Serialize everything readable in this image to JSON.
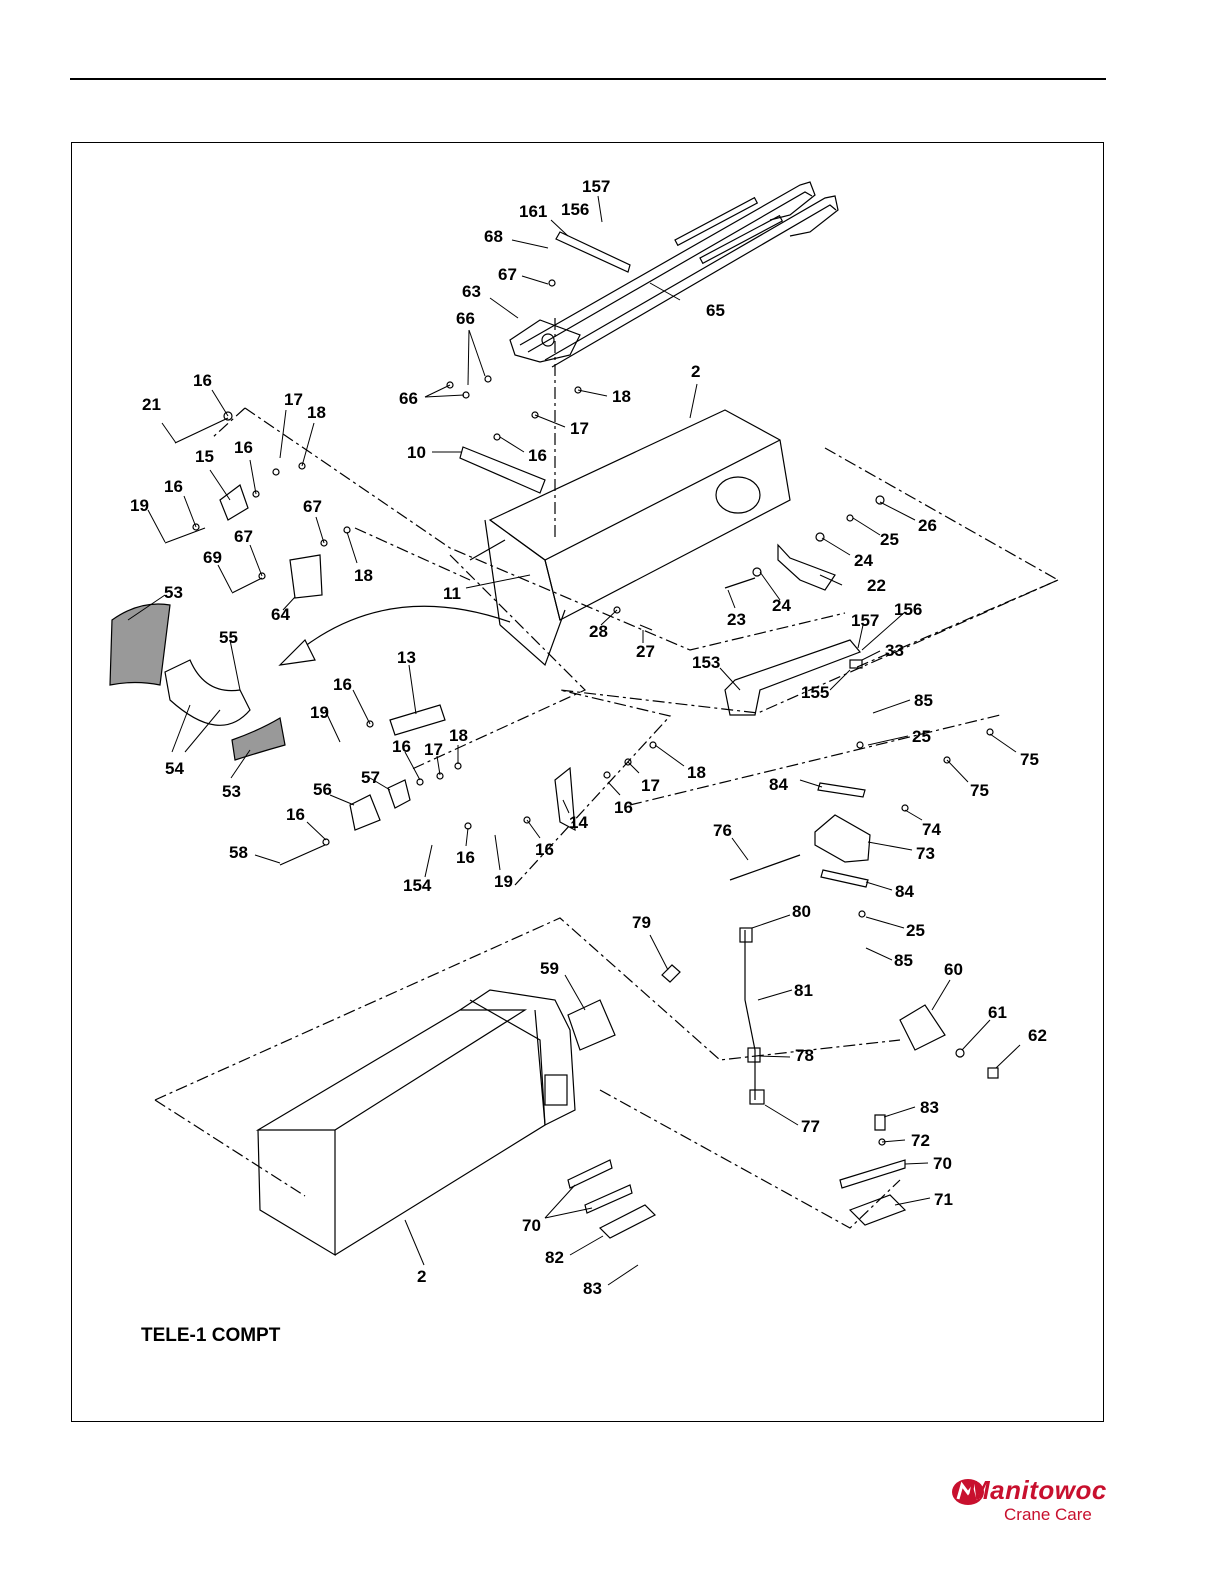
{
  "page": {
    "caption": "TELE-1 COMPT"
  },
  "logo": {
    "brand": "Manitowoc",
    "subtitle": "Crane Care",
    "color": "#c8102e"
  },
  "callouts": {
    "c157a": "157",
    "c161": "161",
    "c156a": "156",
    "c68": "68",
    "c67a": "67",
    "c63": "63",
    "c65": "65",
    "c66a": "66",
    "c66b": "66",
    "c16a": "16",
    "c21": "21",
    "c17a": "17",
    "c18a": "18",
    "c18b": "18",
    "c2a": "2",
    "c17b": "17",
    "c10": "10",
    "c16b": "16",
    "c16c": "16",
    "c15": "15",
    "c16d": "16",
    "c19a": "19",
    "c67b": "67",
    "c67c": "67",
    "c69": "69",
    "c18c": "18",
    "c11": "11",
    "c26": "26",
    "c25a": "25",
    "c24a": "24",
    "c22": "22",
    "c23": "23",
    "c24b": "24",
    "c28": "28",
    "c27": "27",
    "c53a": "53",
    "c64": "64",
    "c55": "55",
    "c157b": "157",
    "c156b": "156",
    "c33": "33",
    "c153": "153",
    "c155": "155",
    "c13": "13",
    "c16e": "16",
    "c19b": "19",
    "c85a": "85",
    "c25b": "25",
    "c16f": "16",
    "c17c": "17",
    "c18d": "18",
    "c18e": "18",
    "c75a": "75",
    "c54": "54",
    "c57": "57",
    "c53b": "53",
    "c56": "56",
    "c17d": "17",
    "c84a": "84",
    "c75b": "75",
    "c16g": "16",
    "c16h": "16",
    "c14": "14",
    "c74": "74",
    "c16i": "16",
    "c76": "76",
    "c58": "58",
    "c16j": "16",
    "c19c": "19",
    "c73": "73",
    "c154": "154",
    "c84b": "84",
    "c79": "79",
    "c80": "80",
    "c25c": "25",
    "c85b": "85",
    "c59": "59",
    "c60": "60",
    "c81": "81",
    "c61": "61",
    "c62": "62",
    "c78": "78",
    "c83a": "83",
    "c77": "77",
    "c72": "72",
    "c70a": "70",
    "c71": "71",
    "c70b": "70",
    "c82": "82",
    "c2b": "2",
    "c83b": "83"
  }
}
